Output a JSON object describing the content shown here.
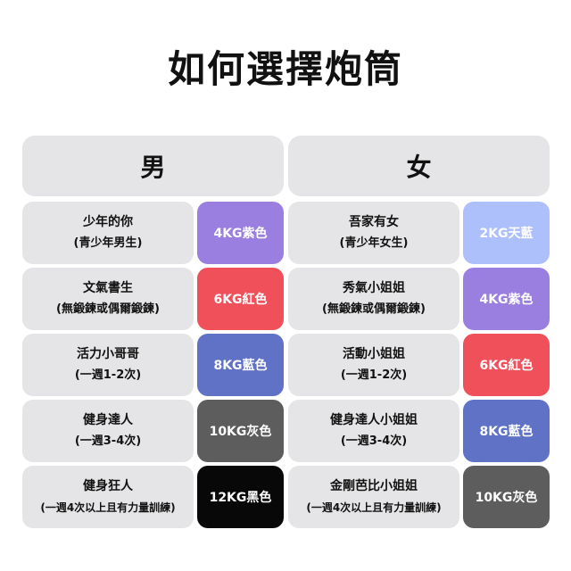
{
  "title": "如何選擇炮筒",
  "male": {
    "header": "男",
    "rows": [
      {
        "name": "少年的你",
        "sub": "(青少年男生)",
        "weight": "4KG紫色",
        "color": "#9b7fe0"
      },
      {
        "name": "文氣書生",
        "sub": "(無鍛鍊或偶爾鍛鍊)",
        "weight": "6KG紅色",
        "color": "#f0505a"
      },
      {
        "name": "活力小哥哥",
        "sub": "(一週1-2次)",
        "weight": "8KG藍色",
        "color": "#5f72c6"
      },
      {
        "name": "健身達人",
        "sub": "(一週3-4次)",
        "weight": "10KG灰色",
        "color": "#5d5d5d"
      },
      {
        "name": "健身狂人",
        "sub": "(一週4次以上且有力量訓練)",
        "weight": "12KG黑色",
        "color": "#080808"
      }
    ]
  },
  "female": {
    "header": "女",
    "rows": [
      {
        "name": "吾家有女",
        "sub": "(青少年女生)",
        "weight": "2KG天藍",
        "color": "#aec0fb"
      },
      {
        "name": "秀氣小姐姐",
        "sub": "(無鍛鍊或偶爾鍛鍊)",
        "weight": "4KG紫色",
        "color": "#9b7fe0"
      },
      {
        "name": "活動小姐姐",
        "sub": "(一週1-2次)",
        "weight": "6KG紅色",
        "color": "#f0505a"
      },
      {
        "name": "健身達人小姐姐",
        "sub": "(一週3-4次)",
        "weight": "8KG藍色",
        "color": "#5f72c6"
      },
      {
        "name": "金剛芭比小姐姐",
        "sub": "(一週4次以上且有力量訓練)",
        "weight": "10KG灰色",
        "color": "#5d5d5d"
      }
    ]
  }
}
